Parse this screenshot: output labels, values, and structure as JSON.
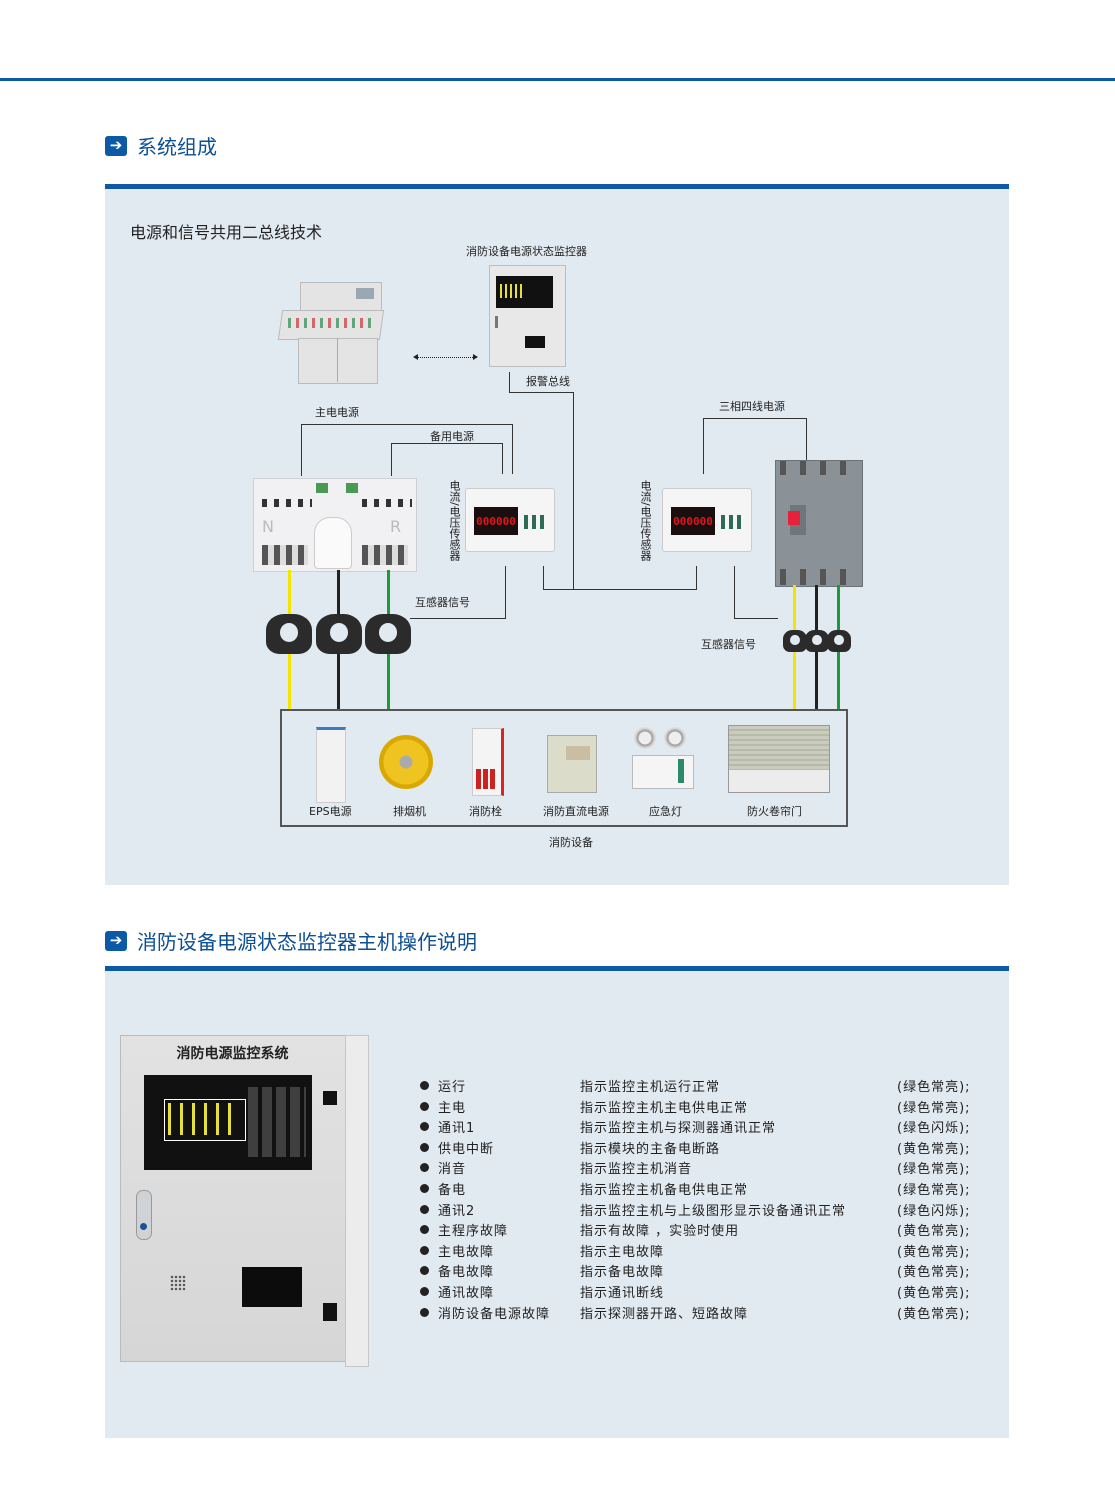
{
  "sections": [
    {
      "title": "系统组成"
    },
    {
      "title": "消防设备电源状态监控器主机操作说明"
    }
  ],
  "diagram": {
    "title": "电源和信号共用二总线技术",
    "monitor_label": "消防设备电源状态监控器",
    "alarm_bus_label": "报警总线",
    "main_power_label": "主电电源",
    "backup_power_label": "备用电源",
    "three_phase_label": "三相四线电源",
    "sensor_label_left": "电流/电压传感器",
    "sensor_label_right": "电流/电压传感器",
    "ct_signal_left": "互感器信号",
    "ct_signal_right": "互感器信号",
    "meter_readout": "000000",
    "ats_left_mark": "N",
    "ats_right_mark": "R",
    "equipment_group_label": "消防设备",
    "equipment": [
      {
        "name": "EPS电源",
        "icon": "eps-cabinet-icon"
      },
      {
        "name": "排烟机",
        "icon": "smoke-fan-icon"
      },
      {
        "name": "消防栓",
        "icon": "fire-hydrant-cabinet-icon"
      },
      {
        "name": "消防直流电源",
        "icon": "dc-power-box-icon"
      },
      {
        "name": "应急灯",
        "icon": "emergency-light-icon"
      },
      {
        "name": "防火卷帘门",
        "icon": "fire-shutter-door-icon"
      }
    ],
    "wire_colors": {
      "yellow": "#f2e600",
      "black": "#222222",
      "green": "#1a9a3a"
    }
  },
  "host": {
    "panel_title": "消防电源监控系统",
    "indicators": [
      {
        "name": "运行",
        "desc": "指示监控主机运行正常",
        "state": "(绿色常亮);"
      },
      {
        "name": "主电",
        "desc": "指示监控主机主电供电正常",
        "state": "(绿色常亮);"
      },
      {
        "name": "通讯1",
        "desc": "指示监控主机与探测器通讯正常",
        "state": "(绿色闪烁);"
      },
      {
        "name": "供电中断",
        "desc": "指示模块的主备电断路",
        "state": "(黄色常亮);"
      },
      {
        "name": "消音",
        "desc": "指示监控主机消音",
        "state": "(绿色常亮);"
      },
      {
        "name": "备电",
        "desc": "指示监控主机备电供电正常",
        "state": "(绿色常亮);"
      },
      {
        "name": "通讯2",
        "desc": "指示监控主机与上级图形显示设备通讯正常",
        "state": "(绿色闪烁);"
      },
      {
        "name": "主程序故障",
        "desc": "指示有故障 ，实验时使用",
        "state": "(黄色常亮);"
      },
      {
        "name": "主电故障",
        "desc": "指示主电故障",
        "state": "(黄色常亮);"
      },
      {
        "name": "备电故障",
        "desc": "指示备电故障",
        "state": "(黄色常亮);"
      },
      {
        "name": "通讯故障",
        "desc": "指示通讯断线",
        "state": "(黄色常亮);"
      },
      {
        "name": "消防设备电源故障",
        "desc": "指示探测器开路、短路故障",
        "state": "(黄色常亮);"
      }
    ]
  },
  "colors": {
    "accent": "#0c5aa6",
    "panel_bg": "#e1e9f1"
  }
}
